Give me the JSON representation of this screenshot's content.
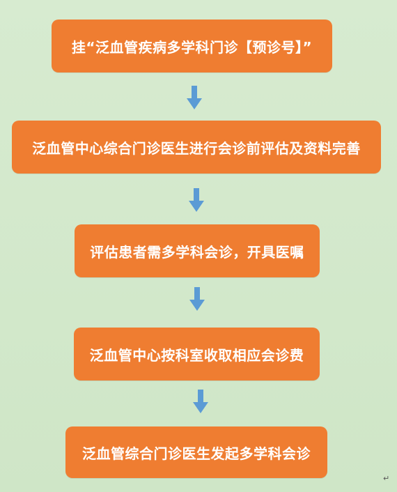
{
  "flowchart": {
    "steps": [
      "挂“泛血管疾病多学科门诊【预诊号】”",
      "泛血管中心综合门诊医生进行会诊前评估及资料完善",
      "评估患者需多学科会诊，开具医嘱",
      "泛血管中心按科室收取相应会诊费",
      "泛血管综合门诊医生发起多学科会诊"
    ],
    "paragraph_mark": "↵"
  },
  "colors": {
    "background": "#d4e9cc",
    "box_fill": "#ef7d31",
    "box_text": "#ffffff",
    "arrow": "#5b9bd5"
  },
  "icons": {
    "arrow": "arrow-down-icon"
  }
}
